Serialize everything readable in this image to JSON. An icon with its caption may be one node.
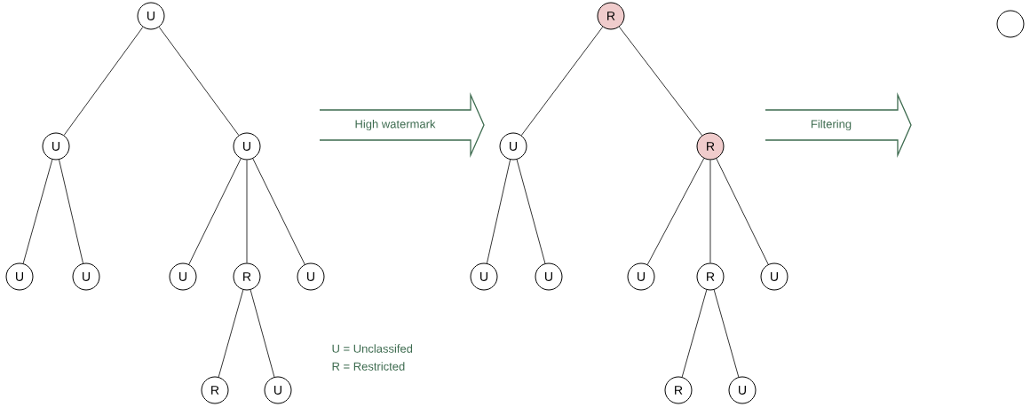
{
  "diagram": {
    "nodes": [
      {
        "text": [
          "U"
        ]
      },
      {
        "text": [
          "U"
        ]
      },
      {
        "text": [
          "U"
        ]
      },
      {
        "text": [
          "U"
        ]
      },
      {
        "text": [
          "U"
        ]
      },
      {
        "text": [
          "U"
        ]
      },
      {
        "text": [
          "R"
        ]
      },
      {
        "text": [
          "U"
        ]
      },
      {
        "text": [
          "R"
        ]
      },
      {
        "text": [
          "U"
        ]
      },
      {
        "text": [
          "High watermark"
        ]
      },
      {
        "text": [
          "R"
        ]
      },
      {
        "text": [
          "U"
        ]
      },
      {
        "text": [
          "R"
        ]
      },
      {
        "text": [
          "U"
        ]
      },
      {
        "text": [
          "U"
        ]
      },
      {
        "text": [
          "U"
        ]
      },
      {
        "text": [
          "R"
        ]
      },
      {
        "text": [
          "U"
        ]
      },
      {
        "text": [
          "R"
        ]
      },
      {
        "text": [
          "U"
        ]
      },
      {
        "text": [
          "Filtering"
        ]
      },
      {
        "text": [],
        "shape": "circle"
      }
    ],
    "edges": [
      {
        "from": 0,
        "to": 1,
        "arrow": "none"
      },
      {
        "from": 0,
        "to": 2,
        "arrow": "none"
      },
      {
        "from": 1,
        "to": 3,
        "arrow": "none"
      },
      {
        "from": 1,
        "to": 4,
        "arrow": "none"
      },
      {
        "from": 2,
        "to": 5,
        "arrow": "none"
      },
      {
        "from": 2,
        "to": 6,
        "arrow": "none"
      },
      {
        "from": 2,
        "to": 7,
        "arrow": "none"
      },
      {
        "from": 6,
        "to": 8,
        "arrow": "none"
      },
      {
        "from": 6,
        "to": 9,
        "arrow": "none"
      },
      {
        "from": 11,
        "to": 12,
        "arrow": "none"
      },
      {
        "from": 11,
        "to": 13,
        "arrow": "none"
      },
      {
        "from": 12,
        "to": 14,
        "arrow": "none"
      },
      {
        "from": 12,
        "to": 15,
        "arrow": "none"
      },
      {
        "from": 13,
        "to": 16,
        "arrow": "none"
      },
      {
        "from": 13,
        "to": 17,
        "arrow": "none"
      },
      {
        "from": 13,
        "to": 18,
        "arrow": "none"
      },
      {
        "from": 17,
        "to": 19,
        "arrow": "none"
      },
      {
        "from": 17,
        "to": 20,
        "arrow": "none"
      }
    ],
    "labels": [
      "U = Unclassifed",
      "R = Restricted"
    ]
  }
}
